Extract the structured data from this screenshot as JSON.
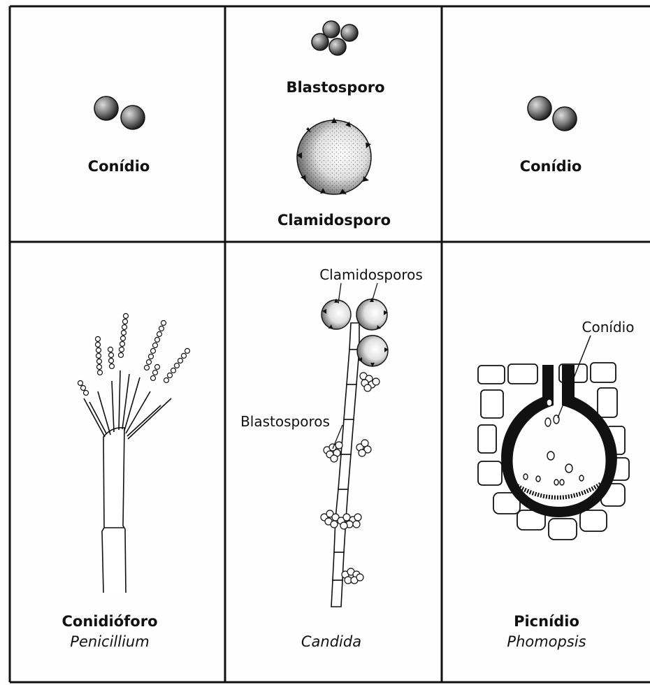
{
  "panels": {
    "top_left": {
      "label": "Conídio"
    },
    "top_middle": {
      "label_top": "Blastosporo",
      "label_bottom": "Clamidosporo"
    },
    "top_right": {
      "label": "Conídio"
    },
    "bottom_left": {
      "title": "Conidióforo",
      "genus": "Penicillium"
    },
    "bottom_middle": {
      "callout_top": "Clamidosporos",
      "callout_side": "Blastosporos",
      "genus": "Candida"
    },
    "bottom_right": {
      "callout": "Conídio",
      "title": "Picnídio",
      "genus": "Phomopsis"
    }
  },
  "colors": {
    "ink": "#111111",
    "background": "#fefefe"
  }
}
